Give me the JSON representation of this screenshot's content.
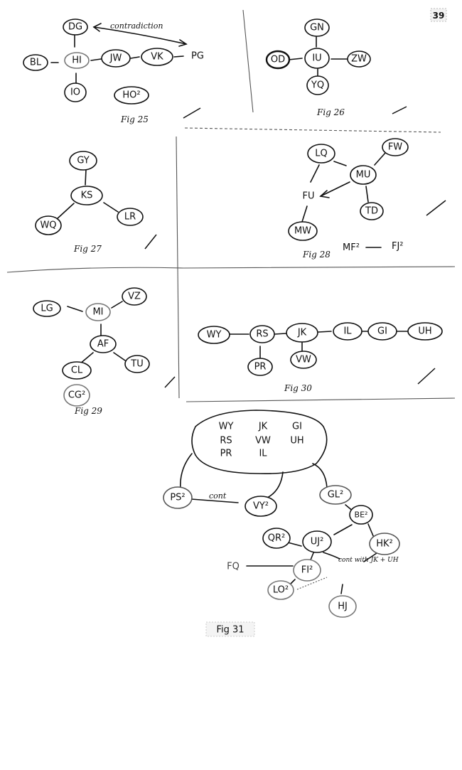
{
  "page": {
    "number": "39"
  },
  "figures": [
    {
      "caption": "Fig 25",
      "nodes": [
        "DG",
        "BL",
        "HI",
        "JW",
        "VK",
        "PG",
        "IO",
        "HO²"
      ],
      "annotation": "contradiction",
      "edges": [
        [
          "DG",
          "HI"
        ],
        [
          "BL",
          "HI"
        ],
        [
          "HI",
          "JW"
        ],
        [
          "JW",
          "VK"
        ],
        [
          "VK",
          "PG"
        ],
        [
          "HI",
          "IO"
        ]
      ],
      "arrow": [
        "DG",
        "PG"
      ]
    },
    {
      "caption": "Fig 26",
      "nodes": [
        "GN",
        "OD",
        "IU",
        "ZW",
        "YQ"
      ],
      "edges": [
        [
          "GN",
          "IU"
        ],
        [
          "OD",
          "IU"
        ],
        [
          "IU",
          "ZW"
        ],
        [
          "IU",
          "YQ"
        ]
      ]
    },
    {
      "caption": "Fig 27",
      "nodes": [
        "GY",
        "KS",
        "WQ",
        "LR"
      ],
      "edges": [
        [
          "GY",
          "KS"
        ],
        [
          "KS",
          "WQ"
        ],
        [
          "KS",
          "LR"
        ]
      ]
    },
    {
      "caption": "Fig 28",
      "nodes": [
        "LQ",
        "FW",
        "MU",
        "FU",
        "TD",
        "MW"
      ],
      "edges": [
        [
          "LQ",
          "MU"
        ],
        [
          "LQ",
          "FU"
        ],
        [
          "MU",
          "FW"
        ],
        [
          "MU",
          "TD"
        ],
        [
          "FU",
          "MW"
        ]
      ],
      "arrow": [
        "MU",
        "FU"
      ],
      "equation": [
        "MF²",
        "FJ²"
      ]
    },
    {
      "caption": "Fig 29",
      "nodes": [
        "LG",
        "MI",
        "VZ",
        "AF",
        "CL",
        "TU",
        "CG²"
      ],
      "edges": [
        [
          "LG",
          "MI"
        ],
        [
          "MI",
          "VZ"
        ],
        [
          "MI",
          "AF"
        ],
        [
          "AF",
          "CL"
        ],
        [
          "AF",
          "TU"
        ]
      ]
    },
    {
      "caption": "Fig 30",
      "nodes": [
        "WY",
        "RS",
        "JK",
        "IL",
        "GI",
        "UH",
        "PR",
        "VW"
      ],
      "edges": [
        [
          "WY",
          "RS"
        ],
        [
          "RS",
          "JK"
        ],
        [
          "JK",
          "IL"
        ],
        [
          "IL",
          "GI"
        ],
        [
          "GI",
          "UH"
        ],
        [
          "RS",
          "PR"
        ],
        [
          "JK",
          "VW"
        ]
      ]
    },
    {
      "caption": "Fig 31",
      "cluster": {
        "rows": [
          [
            "WY",
            "JK",
            "GI"
          ],
          [
            "RS",
            "VW",
            "UH"
          ],
          [
            "PR",
            "IL"
          ]
        ]
      },
      "nodes": [
        "PS²",
        "VY²",
        "GL²",
        "BE²",
        "UJ²",
        "QR²",
        "HK²",
        "FI²",
        "LO²",
        "HJ",
        "FQ"
      ],
      "edge_labels": [
        "cont",
        "cont with JK + UH"
      ]
    }
  ]
}
